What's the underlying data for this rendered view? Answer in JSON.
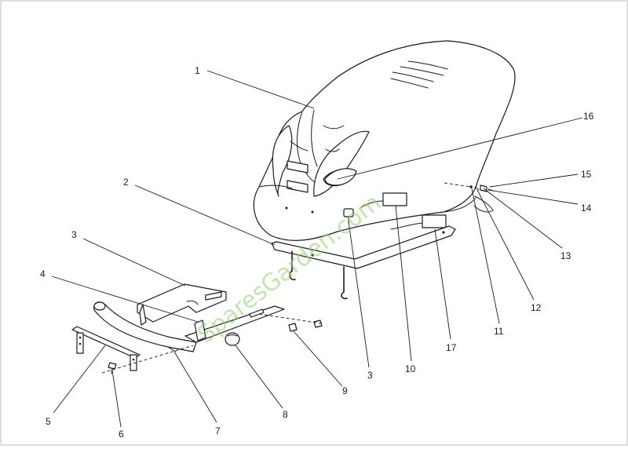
{
  "watermark": "SparesGarden.com",
  "colors": {
    "line": "#1a1a1a",
    "background": "#ffffff",
    "watermark": "#8fd16a"
  },
  "callouts": [
    {
      "id": "c1",
      "label": "1"
    },
    {
      "id": "c2",
      "label": "2"
    },
    {
      "id": "c3a",
      "label": "3"
    },
    {
      "id": "c3b",
      "label": "3"
    },
    {
      "id": "c4",
      "label": "4"
    },
    {
      "id": "c5",
      "label": "5"
    },
    {
      "id": "c6",
      "label": "6"
    },
    {
      "id": "c7",
      "label": "7"
    },
    {
      "id": "c8",
      "label": "8"
    },
    {
      "id": "c9",
      "label": "9"
    },
    {
      "id": "c10",
      "label": "10"
    },
    {
      "id": "c11",
      "label": "11"
    },
    {
      "id": "c12",
      "label": "12"
    },
    {
      "id": "c13",
      "label": "13"
    },
    {
      "id": "c14",
      "label": "14"
    },
    {
      "id": "c15",
      "label": "15"
    },
    {
      "id": "c16",
      "label": "16"
    },
    {
      "id": "c17",
      "label": "17"
    }
  ]
}
